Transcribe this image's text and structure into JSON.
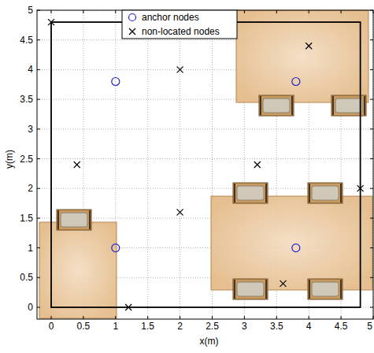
{
  "diagram": {
    "labels": [
      "0",
      "0.5",
      "1",
      "1.5",
      "2",
      "2.5",
      "3",
      "3.5",
      "4",
      "4.5",
      "5",
      "0",
      "0.5",
      "1",
      "1.5",
      "2",
      "2.5",
      "3",
      "3.5",
      "4",
      "4.5",
      "5",
      "x(m)",
      "y(m)"
    ],
    "legend": [
      {
        "text": "anchor nodes"
      },
      {
        "text": "non-located nodes"
      }
    ]
  }
}
